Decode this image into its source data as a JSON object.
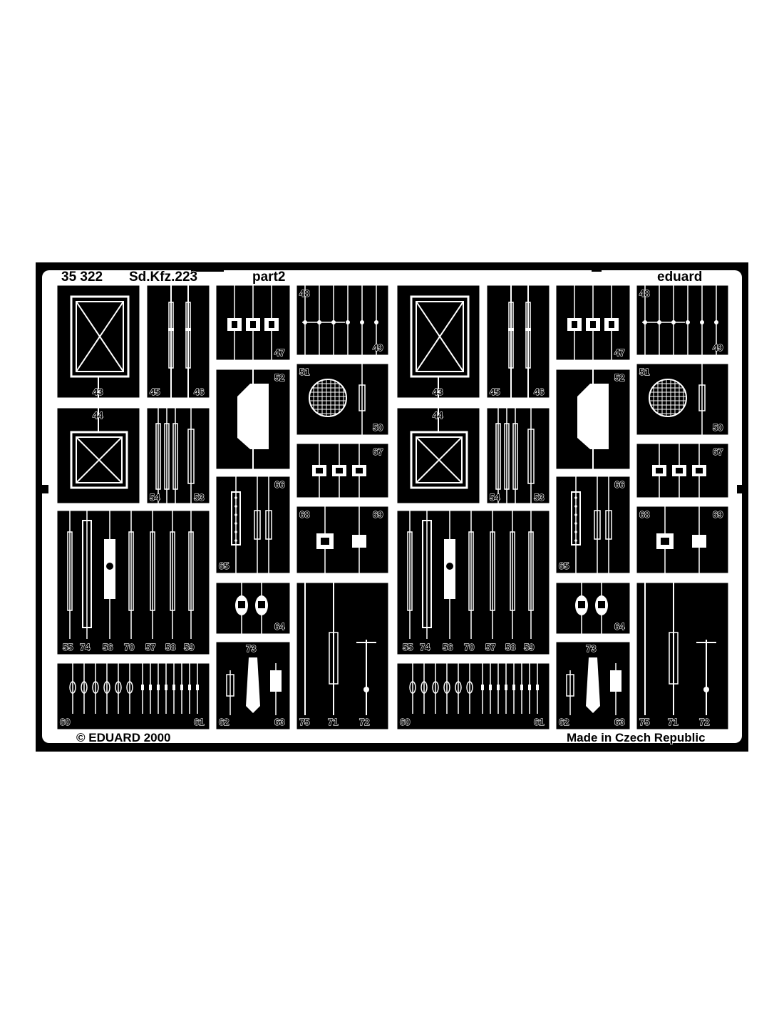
{
  "fret": {
    "code": "35 322",
    "name": "Sd.Kfz.223",
    "part": "part2",
    "brand": "eduard",
    "copyright": "© EDUARD 2000",
    "origin": "Made in Czech Republic"
  },
  "colors": {
    "metal": "#000000",
    "frame": "#ffffff",
    "page": "#ffffff"
  },
  "part_numbers": [
    "43",
    "44",
    "45",
    "46",
    "47",
    "48",
    "49",
    "50",
    "51",
    "52",
    "53",
    "54",
    "55",
    "56",
    "57",
    "58",
    "59",
    "60",
    "61",
    "62",
    "63",
    "64",
    "65",
    "66",
    "67",
    "68",
    "69",
    "70",
    "71",
    "72",
    "73",
    "74",
    "75"
  ],
  "panels": [
    {
      "id": "p-43",
      "labels": [
        "43"
      ],
      "kind": "hatch"
    },
    {
      "id": "p-45-46",
      "labels": [
        "45",
        "46"
      ],
      "kind": "bars"
    },
    {
      "id": "p-47",
      "labels": [
        "47"
      ],
      "kind": "tabs"
    },
    {
      "id": "p-48-49",
      "labels": [
        "48",
        "49"
      ],
      "kind": "hinges"
    },
    {
      "id": "p-52",
      "labels": [
        "52"
      ],
      "kind": "plate"
    },
    {
      "id": "p-51-50",
      "labels": [
        "51",
        "50"
      ],
      "kind": "mesh"
    },
    {
      "id": "p-44",
      "labels": [
        "44"
      ],
      "kind": "hatch-small"
    },
    {
      "id": "p-54-53",
      "labels": [
        "54",
        "53"
      ],
      "kind": "strips"
    },
    {
      "id": "p-67",
      "labels": [
        "67"
      ],
      "kind": "brackets"
    },
    {
      "id": "p-66-65",
      "labels": [
        "66",
        "65"
      ],
      "kind": "racks"
    },
    {
      "id": "p-68-69",
      "labels": [
        "68",
        "69"
      ],
      "kind": "blocks"
    },
    {
      "id": "p-long",
      "labels": [
        "55",
        "74",
        "56",
        "70",
        "57",
        "58",
        "59"
      ],
      "kind": "long-strips"
    },
    {
      "id": "p-64",
      "labels": [
        "64"
      ],
      "kind": "clamps"
    },
    {
      "id": "p-75-71-72",
      "labels": [
        "75",
        "71",
        "72"
      ],
      "kind": "poles"
    },
    {
      "id": "p-73",
      "labels": [
        "73",
        "62",
        "63"
      ],
      "kind": "tools"
    },
    {
      "id": "p-60-61",
      "labels": [
        "60",
        "61"
      ],
      "kind": "pins"
    }
  ]
}
